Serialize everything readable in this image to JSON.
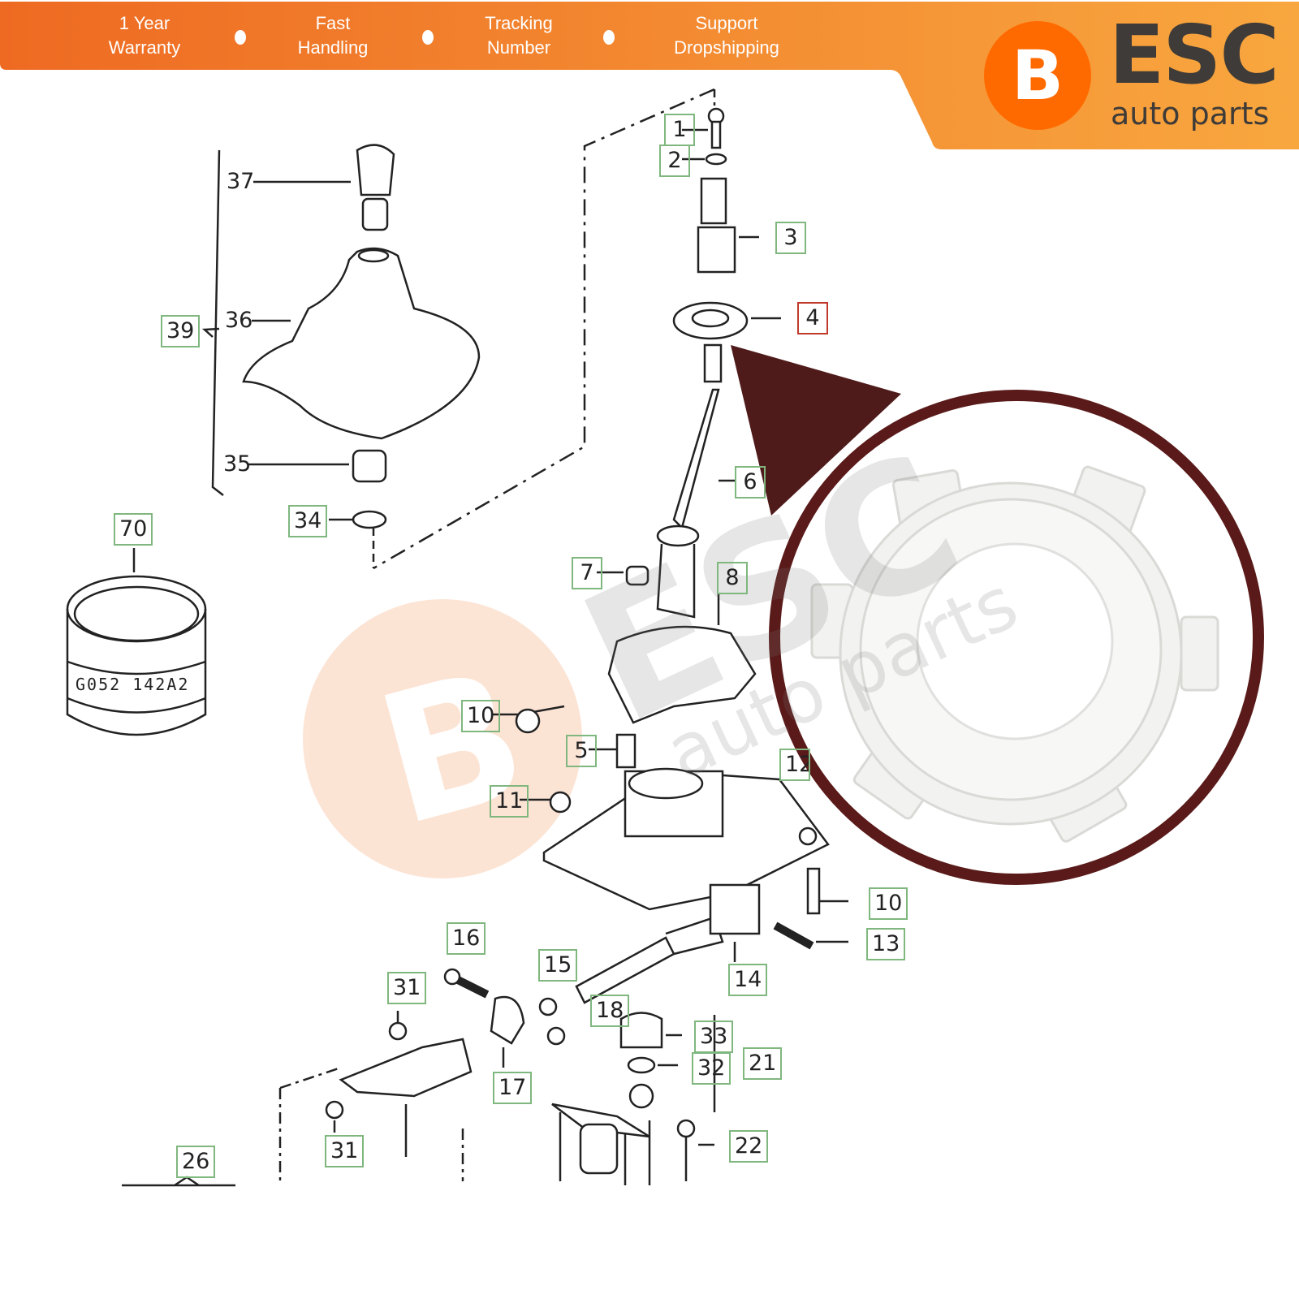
{
  "banner": {
    "features": [
      {
        "line1": "1 Year",
        "line2": "Warranty"
      },
      {
        "line1": "Fast",
        "line2": "Handling"
      },
      {
        "line1": "Tracking",
        "line2": "Number"
      },
      {
        "line1": "Support",
        "line2": "Dropshipping"
      }
    ],
    "colors": {
      "start": "#ee6a22",
      "end": "#f8a73f"
    }
  },
  "logo": {
    "mark": "B",
    "brand": "ESC",
    "sub": "auto parts"
  },
  "watermark": {
    "mark": "B",
    "brand": "ESC",
    "sub": "auto parts"
  },
  "diagram": {
    "part_code": "G052 142A2",
    "highlight_color": "#5a1a1a",
    "labels": [
      "1",
      "2",
      "3",
      "4",
      "6",
      "7",
      "8",
      "10",
      "5",
      "11",
      "12",
      "10",
      "13",
      "14",
      "16",
      "15",
      "18",
      "33",
      "32",
      "21",
      "17",
      "31",
      "31",
      "22",
      "26",
      "70",
      "34",
      "35",
      "36",
      "37",
      "39"
    ]
  }
}
